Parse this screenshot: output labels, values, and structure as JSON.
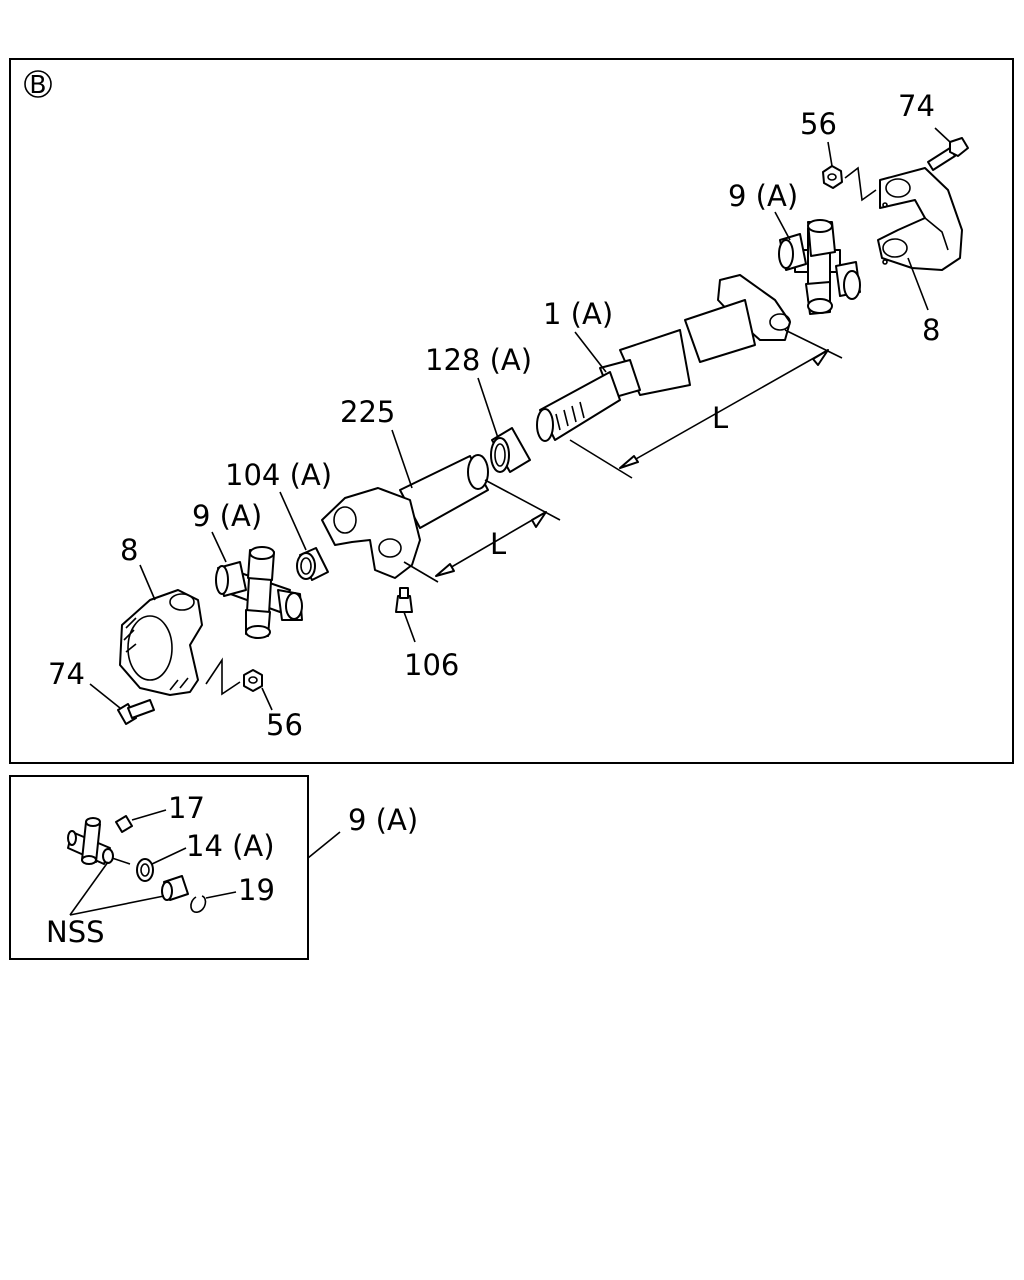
{
  "main_panel": {
    "section_marker": "B",
    "labels": {
      "p74_top": "74",
      "p56_top": "56",
      "p9a_top": "9 (A)",
      "p8_right": "8",
      "p1a": "1 (A)",
      "p128a": "128 (A)",
      "p225": "225",
      "pL_upper": "L",
      "pL_lower": "L",
      "p104a": "104 (A)",
      "p9a_left": "9 (A)",
      "p8_left": "8",
      "p74_left": "74",
      "p56_bottom": "56",
      "p106": "106"
    }
  },
  "detail_panel": {
    "labels": {
      "p17": "17",
      "p14a": "14 (A)",
      "p19": "19",
      "nss": "NSS"
    },
    "callout": "9 (A)"
  }
}
